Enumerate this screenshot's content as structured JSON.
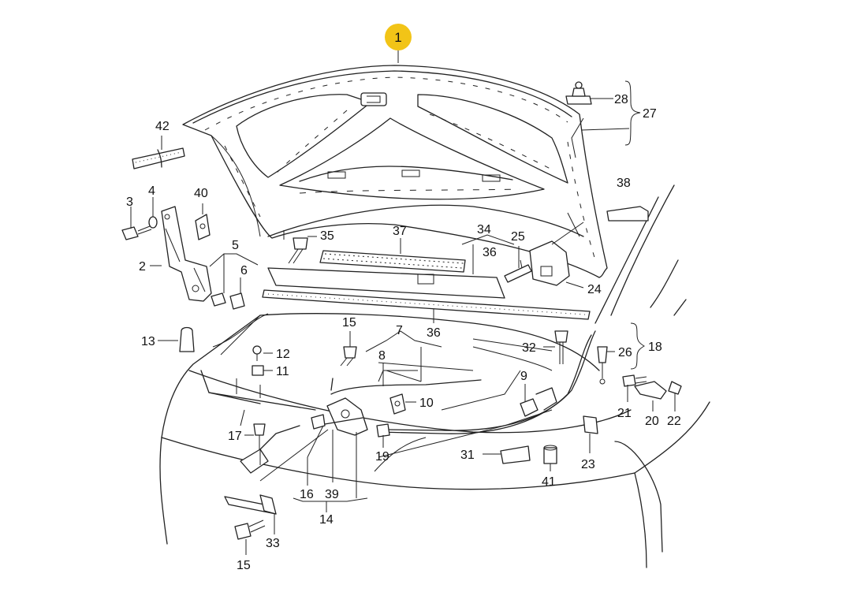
{
  "highlight": {
    "label": "1",
    "color": "#f2c417"
  },
  "callouts": [
    {
      "id": "c2",
      "text": "2"
    },
    {
      "id": "c3",
      "text": "3"
    },
    {
      "id": "c4",
      "text": "4"
    },
    {
      "id": "c5",
      "text": "5"
    },
    {
      "id": "c6",
      "text": "6"
    },
    {
      "id": "c7",
      "text": "7"
    },
    {
      "id": "c8",
      "text": "8"
    },
    {
      "id": "c9",
      "text": "9"
    },
    {
      "id": "c10",
      "text": "10"
    },
    {
      "id": "c11",
      "text": "11"
    },
    {
      "id": "c12",
      "text": "12"
    },
    {
      "id": "c13",
      "text": "13"
    },
    {
      "id": "c14",
      "text": "14"
    },
    {
      "id": "c15a",
      "text": "15"
    },
    {
      "id": "c15b",
      "text": "15"
    },
    {
      "id": "c16",
      "text": "16"
    },
    {
      "id": "c17",
      "text": "17"
    },
    {
      "id": "c18",
      "text": "18"
    },
    {
      "id": "c19",
      "text": "19"
    },
    {
      "id": "c20",
      "text": "20"
    },
    {
      "id": "c21",
      "text": "21"
    },
    {
      "id": "c22",
      "text": "22"
    },
    {
      "id": "c23",
      "text": "23"
    },
    {
      "id": "c24",
      "text": "24"
    },
    {
      "id": "c25",
      "text": "25"
    },
    {
      "id": "c26",
      "text": "26"
    },
    {
      "id": "c27",
      "text": "27"
    },
    {
      "id": "c28",
      "text": "28"
    },
    {
      "id": "c31",
      "text": "31"
    },
    {
      "id": "c32",
      "text": "32"
    },
    {
      "id": "c33",
      "text": "33"
    },
    {
      "id": "c34",
      "text": "34"
    },
    {
      "id": "c35",
      "text": "35"
    },
    {
      "id": "c36a",
      "text": "36"
    },
    {
      "id": "c36b",
      "text": "36"
    },
    {
      "id": "c37",
      "text": "37"
    },
    {
      "id": "c38",
      "text": "38"
    },
    {
      "id": "c39",
      "text": "39"
    },
    {
      "id": "c40",
      "text": "40"
    },
    {
      "id": "c41",
      "text": "41"
    },
    {
      "id": "c42",
      "text": "42"
    }
  ]
}
